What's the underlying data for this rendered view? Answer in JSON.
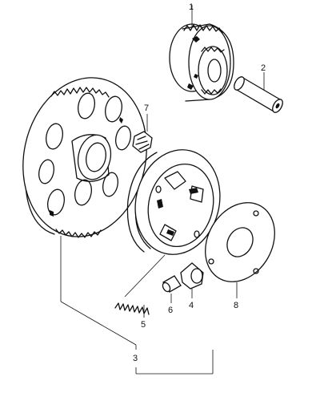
{
  "diagram": {
    "callouts": [
      "1",
      "2",
      "3",
      "4",
      "5",
      "6",
      "7",
      "8"
    ]
  }
}
